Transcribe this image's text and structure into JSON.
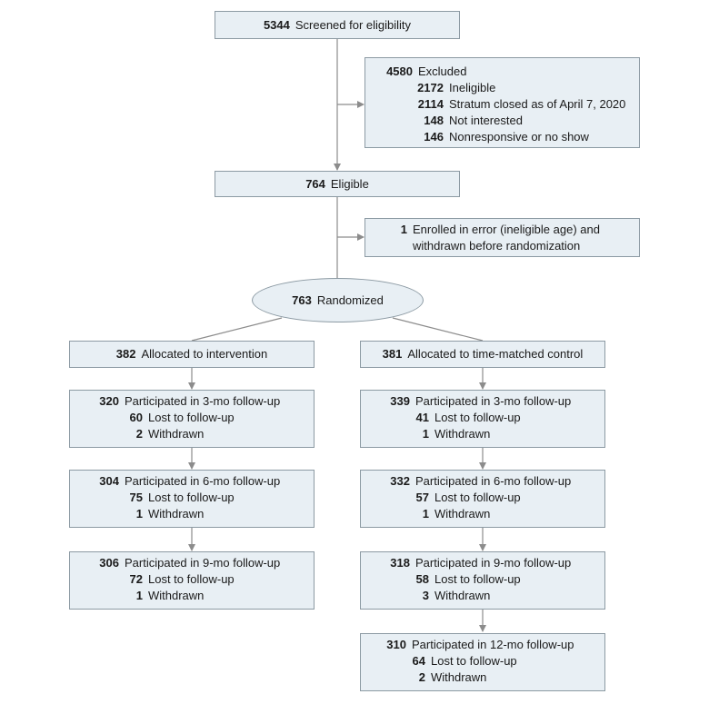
{
  "screened": {
    "n": "5344",
    "label": "Screened for eligibility"
  },
  "excluded": {
    "n": "4580",
    "label": "Excluded",
    "items": [
      {
        "n": "2172",
        "label": "Ineligible"
      },
      {
        "n": "2114",
        "label": "Stratum closed as of April 7, 2020"
      },
      {
        "n": "148",
        "label": "Not interested"
      },
      {
        "n": "146",
        "label": "Nonresponsive or no show"
      }
    ]
  },
  "eligible": {
    "n": "764",
    "label": "Eligible"
  },
  "error": {
    "n": "1",
    "line1": "Enrolled in error (ineligible age) and",
    "line2": "withdrawn before randomization"
  },
  "randomized": {
    "n": "763",
    "label": "Randomized"
  },
  "intervention": {
    "alloc": {
      "n": "382",
      "label": "Allocated to intervention"
    },
    "followups": [
      {
        "participated": {
          "n": "320",
          "label": "Participated in 3-mo follow-up"
        },
        "lost": {
          "n": "60",
          "label": "Lost to follow-up"
        },
        "withdrawn": {
          "n": "2",
          "label": "Withdrawn"
        }
      },
      {
        "participated": {
          "n": "304",
          "label": "Participated in 6-mo follow-up"
        },
        "lost": {
          "n": "75",
          "label": "Lost to follow-up"
        },
        "withdrawn": {
          "n": "1",
          "label": "Withdrawn"
        }
      },
      {
        "participated": {
          "n": "306",
          "label": "Participated in 9-mo follow-up"
        },
        "lost": {
          "n": "72",
          "label": "Lost to follow-up"
        },
        "withdrawn": {
          "n": "1",
          "label": "Withdrawn"
        }
      }
    ]
  },
  "control": {
    "alloc": {
      "n": "381",
      "label": "Allocated to time-matched control"
    },
    "followups": [
      {
        "participated": {
          "n": "339",
          "label": "Participated in 3-mo follow-up"
        },
        "lost": {
          "n": "41",
          "label": "Lost to follow-up"
        },
        "withdrawn": {
          "n": "1",
          "label": "Withdrawn"
        }
      },
      {
        "participated": {
          "n": "332",
          "label": "Participated in 6-mo follow-up"
        },
        "lost": {
          "n": "57",
          "label": "Lost to follow-up"
        },
        "withdrawn": {
          "n": "1",
          "label": "Withdrawn"
        }
      },
      {
        "participated": {
          "n": "318",
          "label": "Participated in 9-mo follow-up"
        },
        "lost": {
          "n": "58",
          "label": "Lost to follow-up"
        },
        "withdrawn": {
          "n": "3",
          "label": "Withdrawn"
        }
      },
      {
        "participated": {
          "n": "310",
          "label": "Participated in 12-mo follow-up"
        },
        "lost": {
          "n": "64",
          "label": "Lost to follow-up"
        },
        "withdrawn": {
          "n": "2",
          "label": "Withdrawn"
        }
      }
    ]
  },
  "colors": {
    "box_fill": "#e8eff4",
    "box_border": "#8c9aa3",
    "line": "#8c8c8c"
  }
}
